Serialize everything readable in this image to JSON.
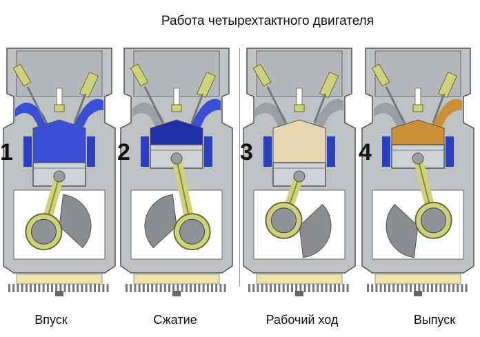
{
  "title": "Работа четырехтактного двигателя",
  "colors": {
    "block": "#bfc2c4",
    "block_dark": "#8e9396",
    "cylinder_blue": "#2a3fbf",
    "intake_gas": "#3a4fd6",
    "exhaust_gas": "#c99038",
    "rod": "#cfd27a",
    "oil": "#efe3a8",
    "crank": "#8a8e90"
  },
  "strokes": [
    {
      "number": "1",
      "label": "Впуск",
      "mode": "intake"
    },
    {
      "number": "2",
      "label": "Сжатие",
      "mode": "compression"
    },
    {
      "number": "3",
      "label": "Рабочий ход",
      "mode": "power"
    },
    {
      "number": "4",
      "label": "Выпуск",
      "mode": "exhaust"
    }
  ]
}
